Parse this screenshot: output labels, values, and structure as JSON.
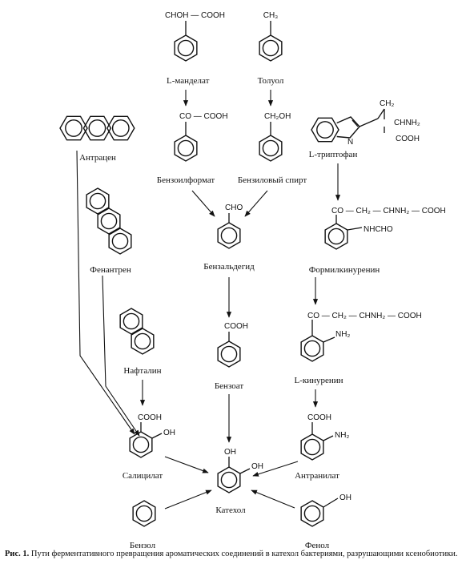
{
  "compounds": {
    "mandelate": {
      "label": "L-манделат",
      "group": "CHOH — COOH"
    },
    "toluene": {
      "label": "Толуол",
      "group": "CH₃"
    },
    "anthracene": {
      "label": "Антрацен"
    },
    "benzoylformate": {
      "label": "Бензоилформат",
      "group": "CO — COOH"
    },
    "benzyl_alcohol": {
      "label": "Бензиловый спирт",
      "group": "CH₂OH"
    },
    "tryptophan": {
      "label": "L-триптофан",
      "groups": [
        "CH₂",
        "CHNH₂",
        "COOH",
        "N"
      ]
    },
    "phenanthrene": {
      "label": "Фенантрен"
    },
    "benzaldehyde": {
      "label": "Бензальдегид",
      "group": "CHO"
    },
    "formylkynurenine": {
      "label": "Формилкинуренин",
      "chain": "CO — CH₂ — CHNH₂ — COOH",
      "ring_group": "NHCHO"
    },
    "naphthalene": {
      "label": "Нафталин"
    },
    "benzoate": {
      "label": "Бензоат",
      "group": "COOH"
    },
    "kynurenine": {
      "label": "L-кинуренин",
      "chain": "CO — CH₂ — CHNH₂ — COOH",
      "ring_group": "NH₂"
    },
    "salicylate": {
      "label": "Салицилат",
      "groups": [
        "COOH",
        "OH"
      ]
    },
    "catechol": {
      "label": "Катехол",
      "groups": [
        "OH",
        "OH"
      ]
    },
    "anthranilate": {
      "label": "Антранилат",
      "groups": [
        "COOH",
        "NH₂"
      ]
    },
    "benzene": {
      "label": "Бензол"
    },
    "phenol": {
      "label": "Фенол",
      "group": "OH"
    }
  },
  "caption": {
    "prefix": "Рис. 1.",
    "text": "Пути ферментативного превращения ароматических соединений в катехол бактериями, разрушающими ксенобиотики."
  }
}
